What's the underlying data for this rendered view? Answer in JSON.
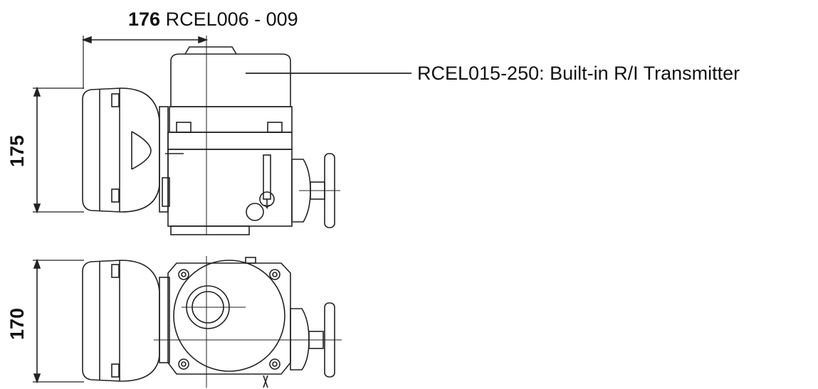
{
  "dimensions": {
    "width_value": "176",
    "width_models": "RCEL006 - 009",
    "height_side": "175",
    "height_top": "170"
  },
  "callout": {
    "text": "RCEL015-250: Built-in R/I Transmitter"
  }
}
